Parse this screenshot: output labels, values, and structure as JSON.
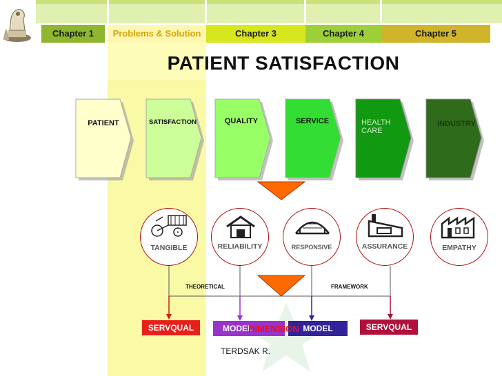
{
  "tabs": [
    {
      "label": "Chapter 1"
    },
    {
      "label": "Problems & Solution"
    },
    {
      "label": "Chapter 3"
    },
    {
      "label": "Chapter 4"
    },
    {
      "label": "Chapter 5"
    }
  ],
  "title": "PATIENT SATISFACTION",
  "chevrons": [
    {
      "label": "PATIENT",
      "color": "#ffffcc"
    },
    {
      "label": "SATISFACTION",
      "color": "#ccff99"
    },
    {
      "label": "QUALITY",
      "color": "#99ff66"
    },
    {
      "label": "SERVICE",
      "color": "#33cc33"
    },
    {
      "label": "HEALTH CARE",
      "color": "#119911"
    },
    {
      "label": "INDUSTRY",
      "color": "#2e6b1a"
    }
  ],
  "dimensions": [
    {
      "label": "TANGIBLE",
      "icon": "cart-icon"
    },
    {
      "label": "RELIABILITY",
      "icon": "house-icon"
    },
    {
      "label": "RESPONSIVE",
      "icon": "hangar-icon"
    },
    {
      "label": "ASSURANCE",
      "icon": "factory-icon"
    },
    {
      "label": "EMPATHY",
      "icon": "sawtooth-factory-icon"
    }
  ],
  "framework_labels": {
    "left": "THEORETICAL",
    "right": "FRAMEWORK"
  },
  "models": [
    {
      "label": "SERVQUAL",
      "bg": "#e8201a",
      "fg": "#ffffff"
    },
    {
      "label": "MODEL",
      "bg": "#9933cc",
      "fg": "#ffffff"
    },
    {
      "label": "MODEL",
      "bg": "#332299",
      "fg": "#ffffff"
    },
    {
      "label": "SERVQUAL",
      "bg": "#b0103a",
      "fg": "#ffffff"
    }
  ],
  "overlay": "DIMENSION",
  "author": "TERDSAK R."
}
